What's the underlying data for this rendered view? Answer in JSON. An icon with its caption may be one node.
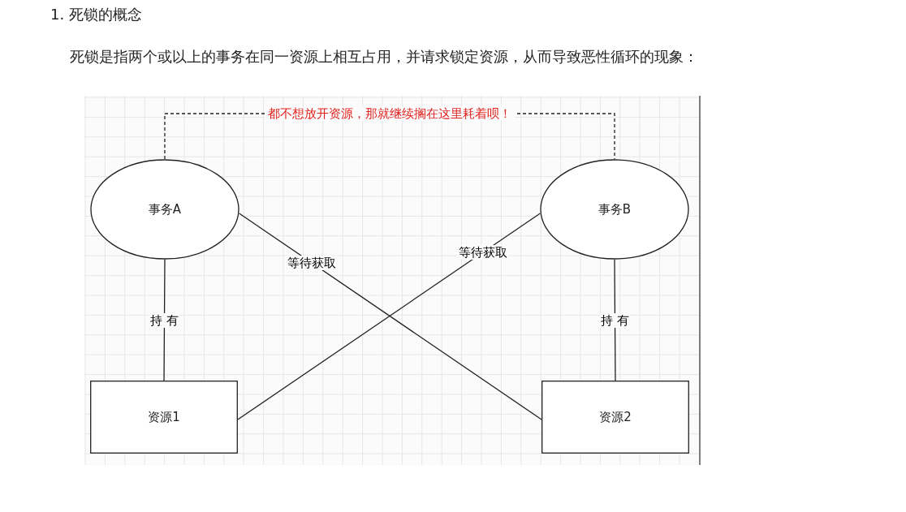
{
  "diagram": {
    "title": "1. 死锁的概念",
    "nodes": [
      {
        "text": [
          "事务A"
        ]
      },
      {
        "text": [
          "事务B"
        ]
      },
      {
        "text": [
          "资源1"
        ]
      },
      {
        "text": [
          "资源2"
        ]
      }
    ],
    "edges": [
      {
        "from": 0,
        "to": 1,
        "arrow": "none",
        "style": "dashed",
        "label": "都不想放开资源，那就继续搁在这里耗着呗！"
      },
      {
        "from": 0,
        "to": 3,
        "arrow": "none",
        "label": "等待获取"
      },
      {
        "from": 1,
        "to": 2,
        "arrow": "none",
        "label": "等待获取"
      },
      {
        "from": 0,
        "to": 2,
        "arrow": "none",
        "label": "持 有"
      },
      {
        "from": 1,
        "to": 3,
        "arrow": "none",
        "label": "持 有"
      }
    ],
    "labels": [
      "死锁是指两个或以上的事务在同一资源上相互占用，并请求锁定资源，从而导致恶性循环的现象："
    ]
  }
}
